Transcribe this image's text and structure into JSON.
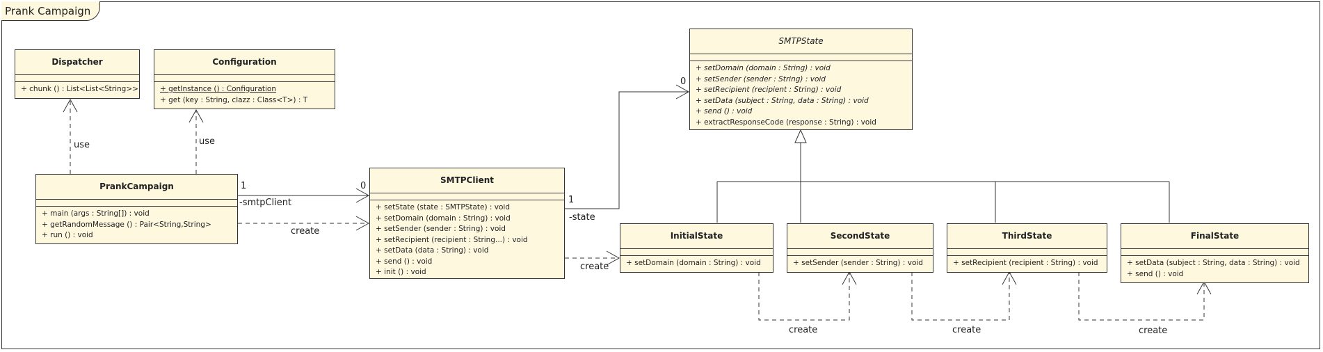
{
  "frame": {
    "title": "Prank Campaign"
  },
  "classes": {
    "dispatcher": {
      "name": "Dispatcher",
      "ops": [
        "+ chunk () : List<List<String>>"
      ]
    },
    "configuration": {
      "name": "Configuration",
      "ops": [
        "+ getInstance () : Configuration",
        "+ get (key : String, clazz : Class<T>) : T"
      ]
    },
    "prank_campaign": {
      "name": "PrankCampaign",
      "ops": [
        "+ main (args : String[]) : void",
        "+ getRandomMessage () : Pair<String,String>",
        "+ run () : void"
      ]
    },
    "smtp_client": {
      "name": "SMTPClient",
      "ops": [
        "+ setState (state : SMTPState) : void",
        "+ setDomain (domain : String) : void",
        "+ setSender (sender : String) : void",
        "+ setRecipient (recipient : String...) : void",
        "+ setData (data : String) : void",
        "+ send () : void",
        "+ init () : void"
      ]
    },
    "smtp_state": {
      "name": "SMTPState",
      "ops": [
        "+ setDomain (domain : String) : void",
        "+ setSender (sender : String) : void",
        "+ setRecipient (recipient : String) : void",
        "+ setData (subject : String, data : String) : void",
        "+ send () : void",
        "+ extractResponseCode (response : String) : void"
      ]
    },
    "initial_state": {
      "name": "InitialState",
      "ops": [
        "+ setDomain (domain : String) : void"
      ]
    },
    "second_state": {
      "name": "SecondState",
      "ops": [
        "+ setSender (sender : String) : void"
      ]
    },
    "third_state": {
      "name": "ThirdState",
      "ops": [
        "+ setRecipient (recipient : String) : void"
      ]
    },
    "final_state": {
      "name": "FinalState",
      "ops": [
        "+ setData (subject : String, data : String) : void",
        "+ send () : void"
      ]
    }
  },
  "labels": {
    "use": "use",
    "create": "create",
    "mult_one": "1",
    "mult_zero": "0",
    "role_smtp_client": "-smtpClient",
    "role_state": "-state"
  }
}
